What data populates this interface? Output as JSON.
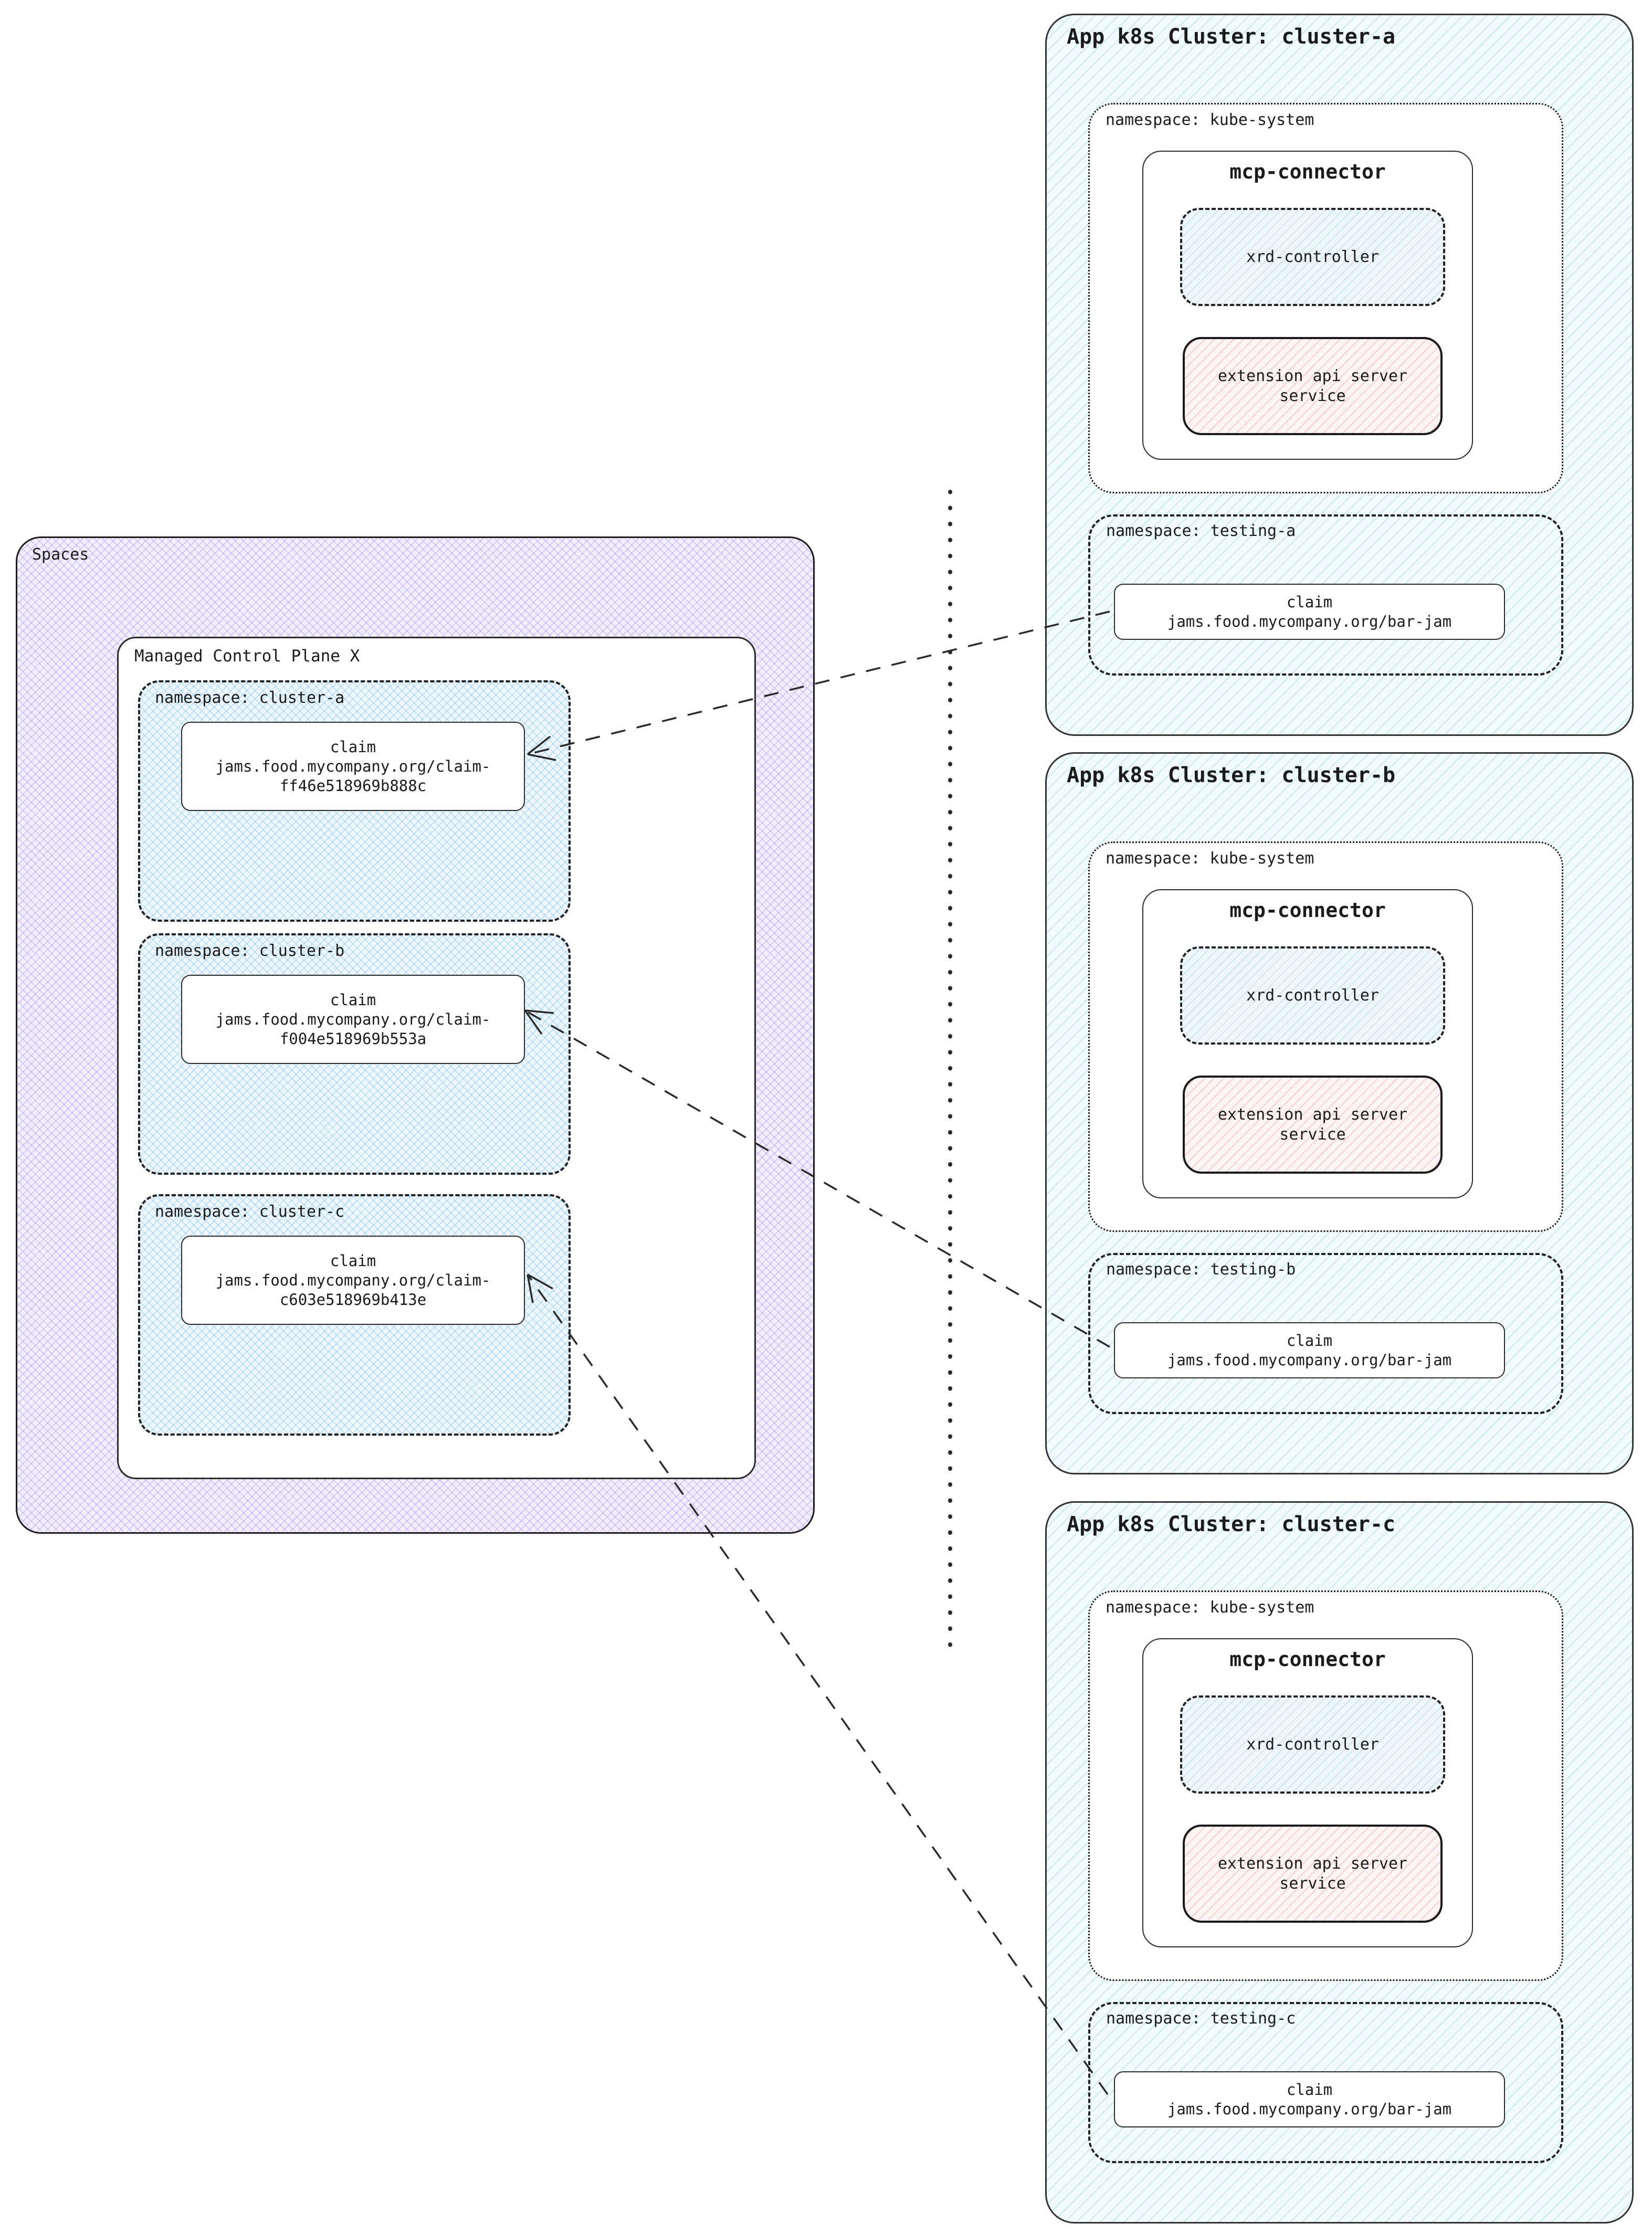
{
  "spaces": {
    "label": "Spaces",
    "control_plane": {
      "label": "Managed Control Plane X",
      "namespaces": [
        {
          "label": "namespace: cluster-a",
          "claim": {
            "title": "claim",
            "line1": "jams.food.mycompany.org/claim-",
            "line2": "ff46e518969b888c"
          }
        },
        {
          "label": "namespace: cluster-b",
          "claim": {
            "title": "claim",
            "line1": "jams.food.mycompany.org/claim-",
            "line2": "f004e518969b553a"
          }
        },
        {
          "label": "namespace: cluster-c",
          "claim": {
            "title": "claim",
            "line1": "jams.food.mycompany.org/claim-",
            "line2": "c603e518969b413e"
          }
        }
      ]
    }
  },
  "clusters": [
    {
      "title": "App k8s Cluster: cluster-a",
      "kube_namespace": {
        "label": "namespace: kube-system",
        "mcp_connector": {
          "label": "mcp-connector",
          "xrd_controller": {
            "label": "xrd-controller"
          },
          "extension_api_server": {
            "line1": "extension api server",
            "line2": "service"
          }
        }
      },
      "testing_namespace": {
        "label": "namespace: testing-a",
        "claim": {
          "title": "claim",
          "line1": "jams.food.mycompany.org/bar-jam"
        }
      }
    },
    {
      "title": "App k8s Cluster: cluster-b",
      "kube_namespace": {
        "label": "namespace: kube-system",
        "mcp_connector": {
          "label": "mcp-connector",
          "xrd_controller": {
            "label": "xrd-controller"
          },
          "extension_api_server": {
            "line1": "extension api server",
            "line2": "service"
          }
        }
      },
      "testing_namespace": {
        "label": "namespace: testing-b",
        "claim": {
          "title": "claim",
          "line1": "jams.food.mycompany.org/bar-jam"
        }
      }
    },
    {
      "title": "App k8s Cluster: cluster-c",
      "kube_namespace": {
        "label": "namespace: kube-system",
        "mcp_connector": {
          "label": "mcp-connector",
          "xrd_controller": {
            "label": "xrd-controller"
          },
          "extension_api_server": {
            "line1": "extension api server",
            "line2": "service"
          }
        }
      },
      "testing_namespace": {
        "label": "namespace: testing-c",
        "claim": {
          "title": "claim",
          "line1": "jams.food.mycompany.org/bar-jam"
        }
      }
    }
  ],
  "colors": {
    "cluster_fill": "#f2fbfd",
    "cluster_hatch": "#7ecbe2",
    "spaces_fill": "#f3eefc",
    "spaces_hatch": "#977ee8",
    "namespace_fill": "#eef7fd",
    "namespace_hatch": "#6cb4e4",
    "xrd_fill": "#eff7fd",
    "xrd_hatch": "#82bde7",
    "extension_fill": "#fdf5f4",
    "extension_hatch": "#e9948c",
    "box_border": "#1a1a1a",
    "text": "#1b1b1b"
  }
}
